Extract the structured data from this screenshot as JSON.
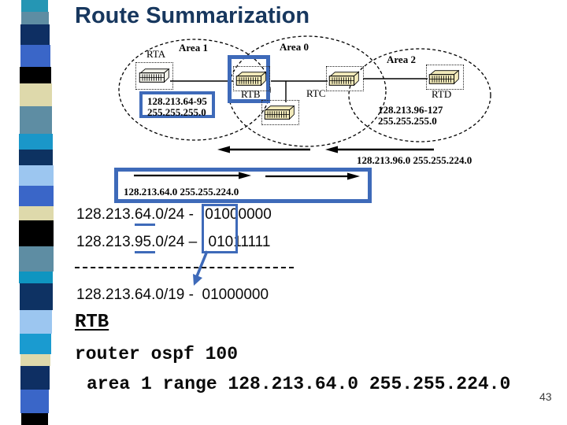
{
  "title": "Route Summarization",
  "colors": {
    "accent_blue": "#3e6ab9",
    "title_navy": "#17375e"
  },
  "page": {
    "number": "43"
  },
  "sidebar": {
    "blocks": [
      {
        "color": "#2596b4",
        "h": 15
      },
      {
        "color": "#5e8da3",
        "h": 16
      },
      {
        "color": "#0e2f63",
        "h": 26
      },
      {
        "color": "#3a66c8",
        "h": 28
      },
      {
        "color": "#000000",
        "h": 21
      },
      {
        "color": "#ded9ab",
        "h": 29
      },
      {
        "color": "#5e8da3",
        "h": 35
      },
      {
        "color": "#1a97c9",
        "h": 20
      },
      {
        "color": "#0d3261",
        "h": 20
      },
      {
        "color": "#9cc6f0",
        "h": 26
      },
      {
        "color": "#3a66c8",
        "h": 26
      },
      {
        "color": "#ded9ab",
        "h": 18
      },
      {
        "color": "#000000",
        "h": 33
      },
      {
        "color": "#5e8da3",
        "h": 32
      },
      {
        "color": "#0f95c0",
        "h": 15
      },
      {
        "color": "#0e3263",
        "h": 34
      },
      {
        "color": "#9cc6f0",
        "h": 30
      },
      {
        "color": "#1a9bd0",
        "h": 26
      },
      {
        "color": "#ded9ab",
        "h": 15
      },
      {
        "color": "#0e2f63",
        "h": 30
      },
      {
        "color": "#3a66c8",
        "h": 30
      },
      {
        "color": "#000000",
        "h": 15
      }
    ]
  },
  "diagram": {
    "area1_label": "Area 1",
    "area0_label": "Area 0",
    "area2_label": "Area 2",
    "rta_label": "RTA",
    "rtb_label": "RTB",
    "rtc_label": "RTC",
    "rtd_label": "RTD",
    "area1_ip_line1": "128.213.64-95",
    "area1_ip_line2": "255.255.255.0",
    "area2_ip_line1": "128.213.96-127",
    "area2_ip_line2": "255.255.255.0",
    "summary_right_label": "128.213.96.0 255.255.224.0",
    "summary_box_label": "128.213.64.0 255.255.224.0"
  },
  "binary": {
    "line1": {
      "prefix": "128.213.",
      "octet": "64.",
      "rest": "0/24 - ",
      "bits": "01000000"
    },
    "line2": {
      "prefix": "128.213.",
      "octet": "95.",
      "rest": "0/24 – ",
      "bits": "01011111"
    },
    "result": "128.213.64.0/19 -  01000000"
  },
  "config": {
    "heading": "RTB",
    "line1": "router ospf 100",
    "line2": "area 1 range 128.213.64.0 255.255.224.0"
  }
}
